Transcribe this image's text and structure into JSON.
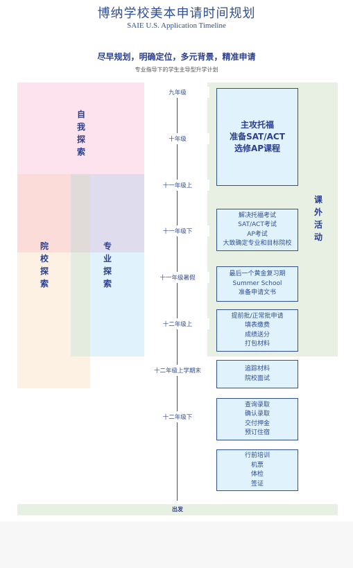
{
  "header": {
    "title": "博纳学校美本申请时间规划",
    "subtitle": "SAIE U.S. Application Timeline",
    "slogan": "尽早规划，明确定位，多元背景，精准申请",
    "slogan_sub": "专业指导下的学生主导型升学计划"
  },
  "regions": {
    "self_explore": "自我探索",
    "school_explore": "院校探索",
    "major_explore": "专业探索",
    "activities": "课外活动"
  },
  "stages": [
    "九年级",
    "十年级",
    "十一年级上",
    "十一年级下",
    "十一年级暑假",
    "十二年级上",
    "十二年级上学期末",
    "十二年级下"
  ],
  "boxes": [
    [
      "主攻托福",
      "准备SAT/ACT",
      "选修AP课程"
    ],
    [
      "解决托福考试",
      "SAT/ACT考试",
      "AP考试",
      "大致确定专业和目标院校"
    ],
    [
      "最后一个黄金复习期",
      "Summer School",
      "准备申请文书"
    ],
    [
      "提前批/正常批申请",
      "填表缴费",
      "成绩送分",
      "打包材料"
    ],
    [
      "追踪材料",
      "院校面试"
    ],
    [
      "查询录取",
      "确认录取",
      "交付押金",
      "预订住宿"
    ],
    [
      "行前培训",
      "机票",
      "体检",
      "签证"
    ]
  ],
  "footer": {
    "depart": "出发"
  },
  "colors": {
    "primary": "#2f4f96",
    "self_explore": "#fde3ee",
    "school_explore": "#fdf1e4",
    "major_explore": "#e0f2fb",
    "activities": "#e7f0e3",
    "box_fill": "#e0f2fb"
  }
}
